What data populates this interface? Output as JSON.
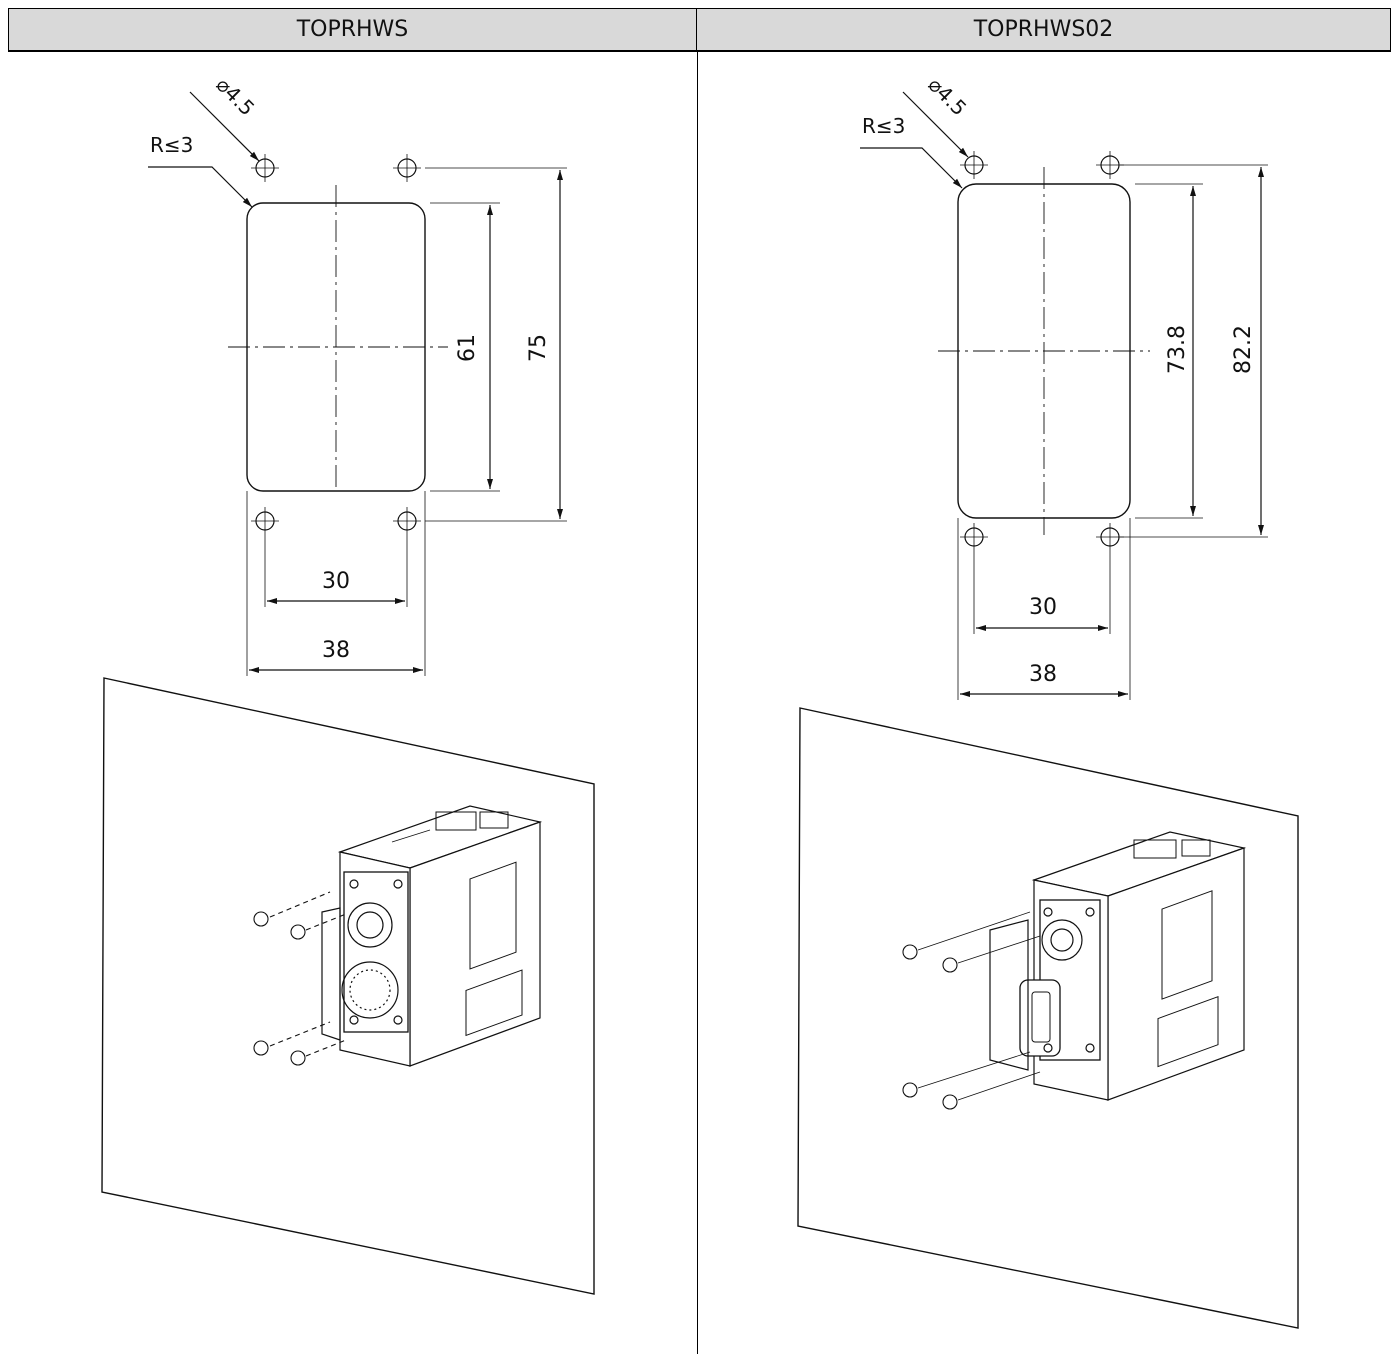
{
  "header": {
    "left_title": "TOPRHWS",
    "right_title": "TOPRHWS02"
  },
  "left_drawing": {
    "hole_label": "⌀4.5",
    "radius_label": "R≤3",
    "dim_inner_height": "61",
    "dim_outer_height": "75",
    "dim_hole_spacing": "30",
    "dim_cutout_width": "38"
  },
  "right_drawing": {
    "hole_label": "⌀4.5",
    "radius_label": "R≤3",
    "dim_inner_height": "73.8",
    "dim_outer_height": "82.2",
    "dim_hole_spacing": "30",
    "dim_cutout_width": "38"
  }
}
